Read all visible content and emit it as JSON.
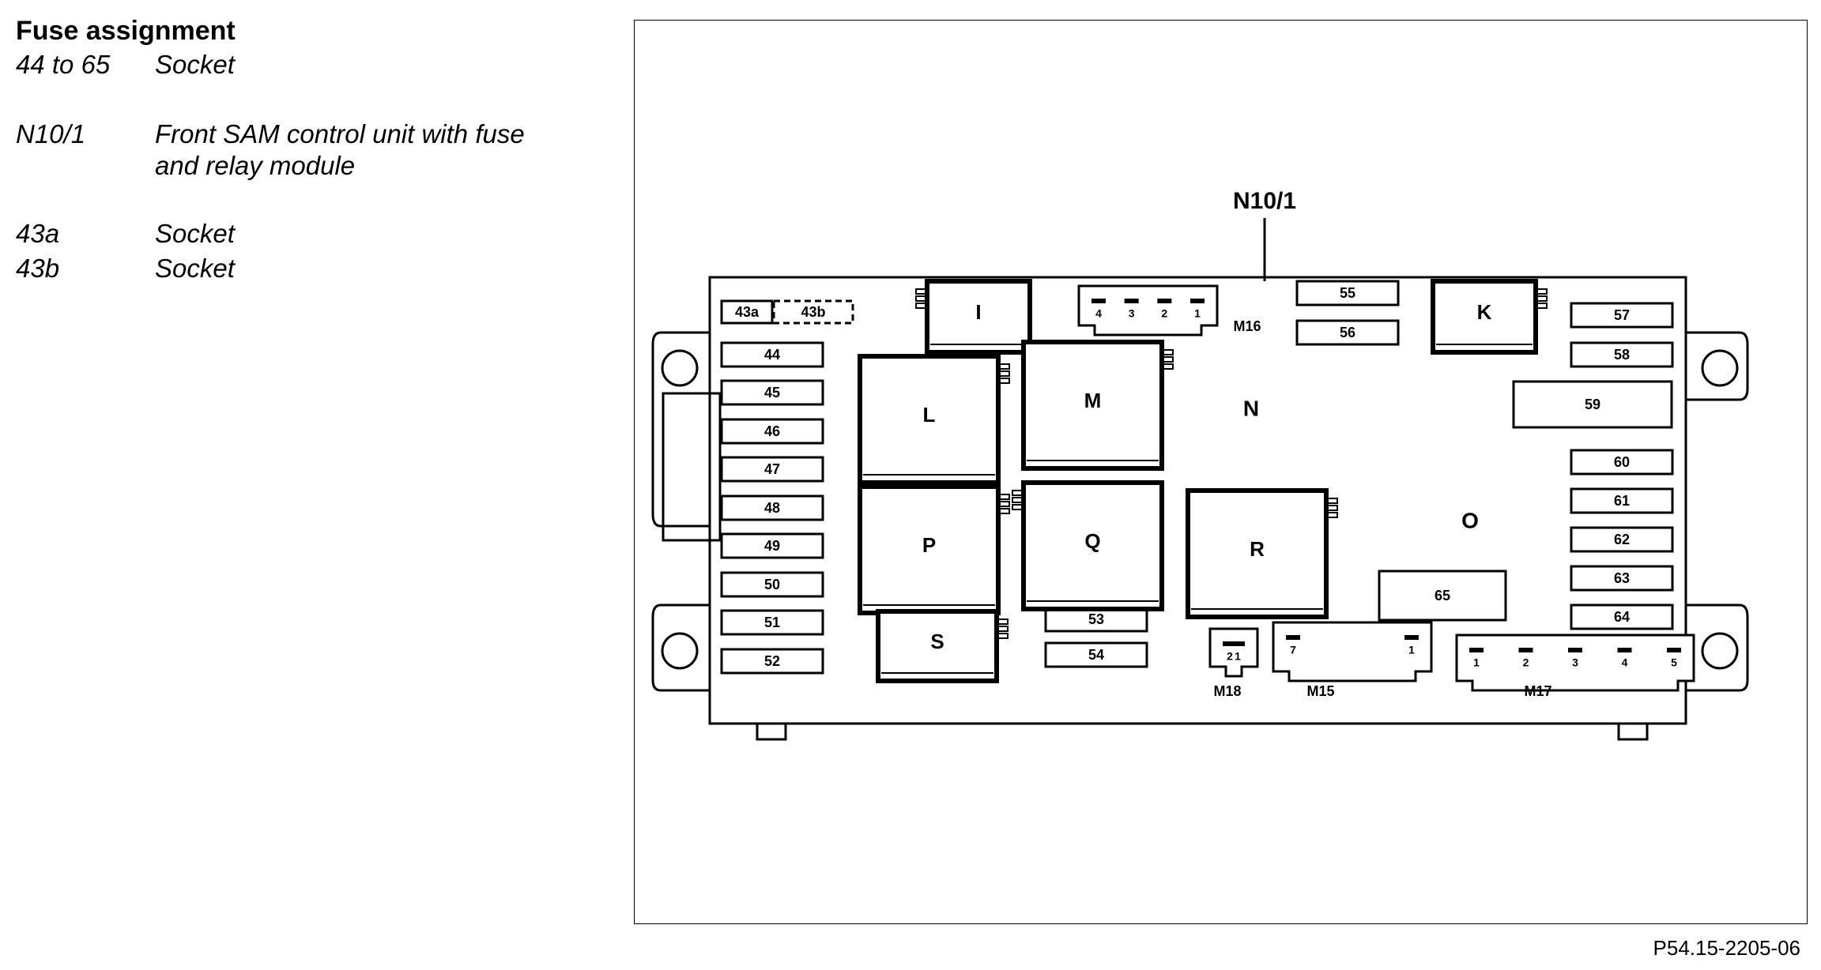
{
  "legend": {
    "title": "Fuse assignment",
    "items": [
      {
        "code": "44 to 65",
        "desc": "Socket"
      },
      {
        "code": "N10/1",
        "desc": "Front SAM control unit with fuse and relay module"
      },
      {
        "code": "43a",
        "desc": "Socket"
      },
      {
        "code": "43b",
        "desc": "Socket"
      }
    ]
  },
  "diagram": {
    "unit_label": "N10/1",
    "zone_labels": [
      "N",
      "O"
    ],
    "fuses_left": [
      "43a",
      "43b",
      "44",
      "45",
      "46",
      "47",
      "48",
      "49",
      "50",
      "51",
      "52"
    ],
    "fuses_center": [
      "53",
      "54",
      "55",
      "56"
    ],
    "fuses_right": [
      "57",
      "58",
      "59",
      "60",
      "61",
      "62",
      "63",
      "64",
      "65"
    ],
    "relays": [
      "I",
      "K",
      "L",
      "M",
      "P",
      "Q",
      "R",
      "S"
    ],
    "connectors": [
      {
        "name": "M16",
        "pins": [
          "4",
          "3",
          "2",
          "1"
        ]
      },
      {
        "name": "M18",
        "pins": [
          "2",
          "1"
        ]
      },
      {
        "name": "M15",
        "pins": [
          "7",
          "1"
        ]
      },
      {
        "name": "M17",
        "pins": [
          "1",
          "2",
          "3",
          "4",
          "5"
        ]
      }
    ]
  },
  "reference": "P54.15-2205-06"
}
